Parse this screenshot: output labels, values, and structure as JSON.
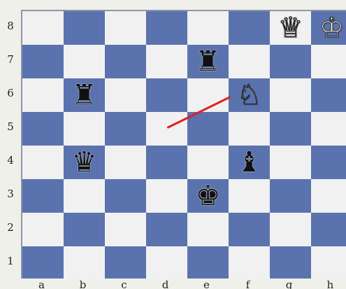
{
  "board": {
    "ranks": [
      "8",
      "7",
      "6",
      "5",
      "4",
      "3",
      "2",
      "1"
    ],
    "files": [
      "a",
      "b",
      "c",
      "d",
      "e",
      "f",
      "g",
      "h"
    ],
    "light_color": "#f1f1f1",
    "dark_color": "#5a73ae",
    "pieces": [
      {
        "square": "g8",
        "color": "white",
        "type": "queen",
        "glyph": "♕",
        "icon": "white-queen-icon"
      },
      {
        "square": "h8",
        "color": "white",
        "type": "king",
        "glyph": "♔",
        "icon": "white-king-icon"
      },
      {
        "square": "e7",
        "color": "black",
        "type": "rook",
        "glyph": "♜",
        "icon": "black-rook-icon"
      },
      {
        "square": "b6",
        "color": "black",
        "type": "rook",
        "glyph": "♜",
        "icon": "black-rook-icon"
      },
      {
        "square": "f6",
        "color": "white",
        "type": "knight",
        "glyph": "♘",
        "icon": "white-knight-icon"
      },
      {
        "square": "b4",
        "color": "black",
        "type": "queen",
        "glyph": "♛",
        "icon": "black-queen-icon"
      },
      {
        "square": "f4",
        "color": "black",
        "type": "bishop",
        "glyph": "♝",
        "icon": "black-bishop-icon"
      },
      {
        "square": "e3",
        "color": "black",
        "type": "king",
        "glyph": "♚",
        "icon": "black-king-icon"
      }
    ],
    "arrow": {
      "from": "f6",
      "to": "d5",
      "color": "#e02020"
    }
  }
}
